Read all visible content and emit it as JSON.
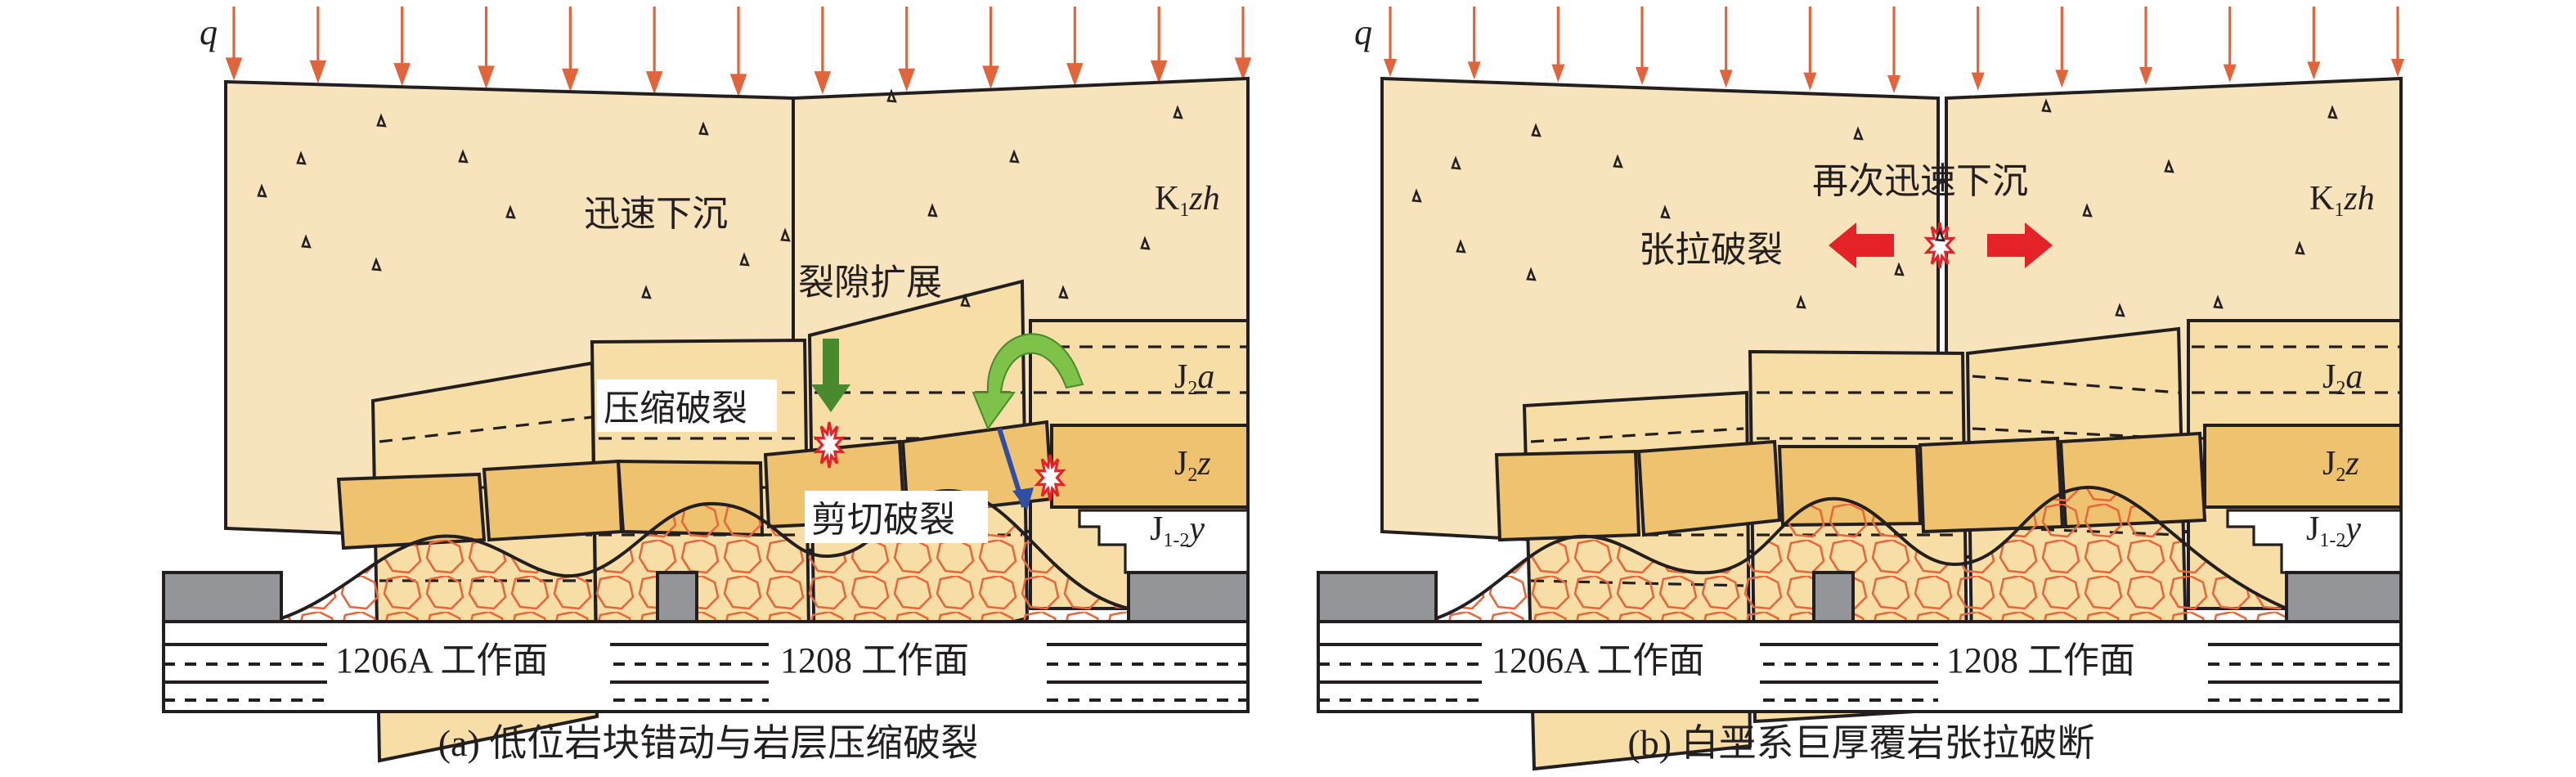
{
  "load_symbol": "q",
  "colors": {
    "overburden": "#f8e4bc",
    "j2a": "#f6dea6",
    "j2z": "#efc26f",
    "gob_stroke": "#e8673a",
    "pillar": "#939598",
    "load_arrow": "#e1643a",
    "tension_arrow": "#e52228",
    "rotation_dark": "#4a8a2f",
    "rotation_light": "#7ec24a",
    "shear_arrow": "#2f4fa2",
    "burst_stroke": "#e52228"
  },
  "panels": [
    {
      "id": "a",
      "caption": "(a) 低位岩块错动与岩层压缩破裂",
      "annotations": {
        "rapid_subsidence": "迅速下沉",
        "crack_propagation": "裂隙扩展",
        "compression_fracture": "压缩破裂",
        "shear_fracture": "剪切破裂"
      },
      "strata": [
        {
          "base": "K",
          "sub": "1",
          "suffix": "zh"
        },
        {
          "base": "J",
          "sub": "2",
          "suffix": "a"
        },
        {
          "base": "J",
          "sub": "2",
          "suffix": "z"
        },
        {
          "base": "J",
          "sub": "1-2",
          "suffix": "y"
        }
      ],
      "faces": [
        "1206A 工作面",
        "1208 工作面"
      ]
    },
    {
      "id": "b",
      "caption": "(b) 白垩系巨厚覆岩张拉破断",
      "annotations": {
        "rapid_subsidence_again": "再次迅速下沉",
        "tensile_fracture": "张拉破裂"
      },
      "strata": [
        {
          "base": "K",
          "sub": "1",
          "suffix": "zh"
        },
        {
          "base": "J",
          "sub": "2",
          "suffix": "a"
        },
        {
          "base": "J",
          "sub": "2",
          "suffix": "z"
        },
        {
          "base": "J",
          "sub": "1-2",
          "suffix": "y"
        }
      ],
      "faces": [
        "1206A 工作面",
        "1208 工作面"
      ]
    }
  ]
}
